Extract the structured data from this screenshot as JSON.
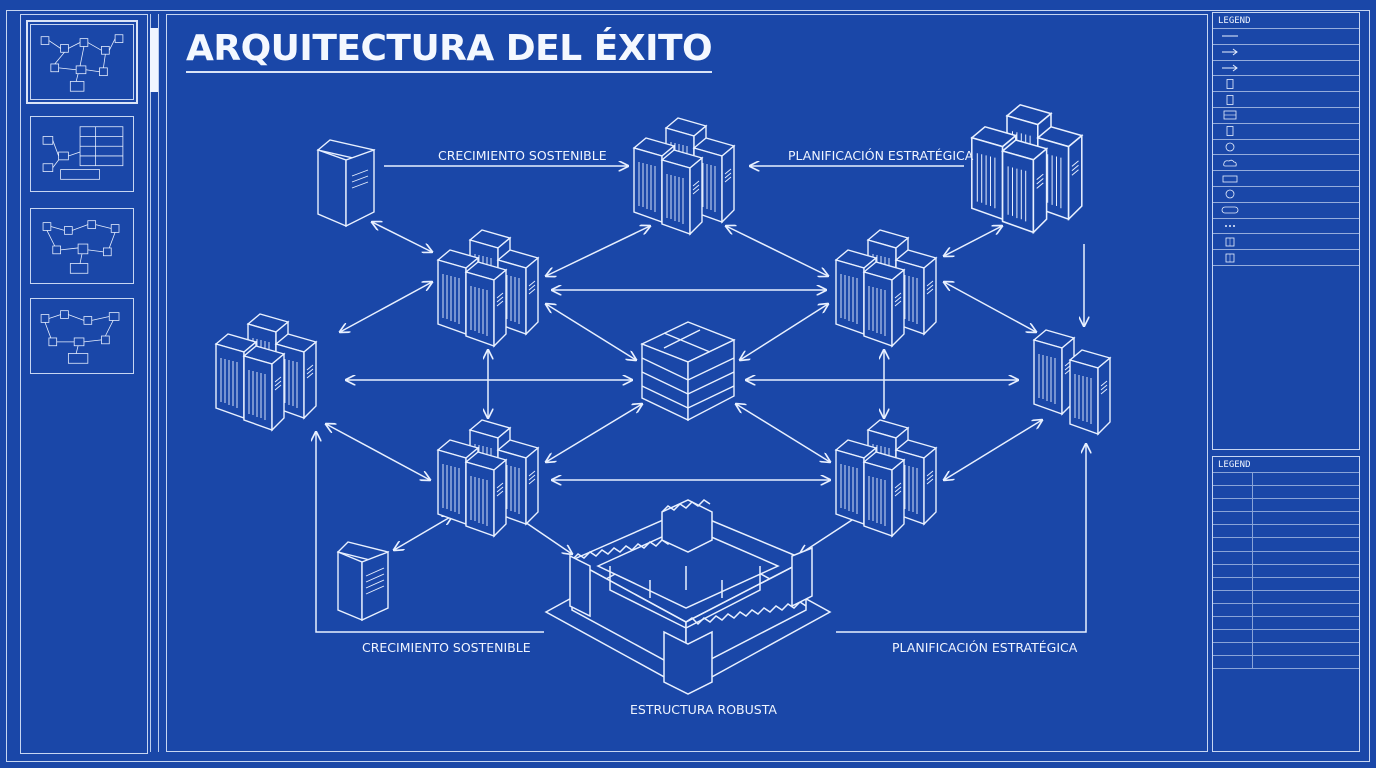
{
  "title": "ARQUITECTURA DEL ÉXITO",
  "labels": {
    "top_left": "CRECIMIENTO SOSTENIBLE",
    "top_right": "PLANIFICACIÓN ESTRATÉGICA",
    "bottom_left": "CRECIMIENTO SOSTENIBLE",
    "bottom_right": "PLANIFICACIÓN ESTRATÉGICA",
    "bottom_center": "ESTRUCTURA ROBUSTA"
  },
  "legend_top": {
    "title": "LEGEND",
    "rows": [
      {
        "icon": "line-icon",
        "text": ""
      },
      {
        "icon": "arrow-right-icon",
        "text": ""
      },
      {
        "icon": "arrow-right-icon",
        "text": ""
      },
      {
        "icon": "server-icon",
        "text": ""
      },
      {
        "icon": "server-icon",
        "text": ""
      },
      {
        "icon": "rack-icon",
        "text": ""
      },
      {
        "icon": "server-icon",
        "text": ""
      },
      {
        "icon": "circle-icon",
        "text": ""
      },
      {
        "icon": "cloud-icon",
        "text": ""
      },
      {
        "icon": "box-icon",
        "text": ""
      },
      {
        "icon": "circle-icon",
        "text": ""
      },
      {
        "icon": "pill-icon",
        "text": ""
      },
      {
        "icon": "dots-icon",
        "text": ""
      },
      {
        "icon": "grid-icon",
        "text": ""
      },
      {
        "icon": "grid-icon",
        "text": ""
      }
    ]
  },
  "legend_bottom": {
    "title": "LEGEND",
    "rows": [
      {
        "code": "",
        "text": ""
      },
      {
        "code": "",
        "text": ""
      },
      {
        "code": "",
        "text": ""
      },
      {
        "code": "",
        "text": ""
      },
      {
        "code": "",
        "text": ""
      },
      {
        "code": "",
        "text": ""
      },
      {
        "code": "",
        "text": ""
      },
      {
        "code": "",
        "text": ""
      },
      {
        "code": "",
        "text": ""
      },
      {
        "code": "",
        "text": ""
      },
      {
        "code": "",
        "text": ""
      },
      {
        "code": "",
        "text": ""
      },
      {
        "code": "",
        "text": ""
      },
      {
        "code": "",
        "text": ""
      },
      {
        "code": "",
        "text": ""
      }
    ]
  },
  "colors": {
    "background": "#1a47a8",
    "line": "#e8f0ff"
  }
}
